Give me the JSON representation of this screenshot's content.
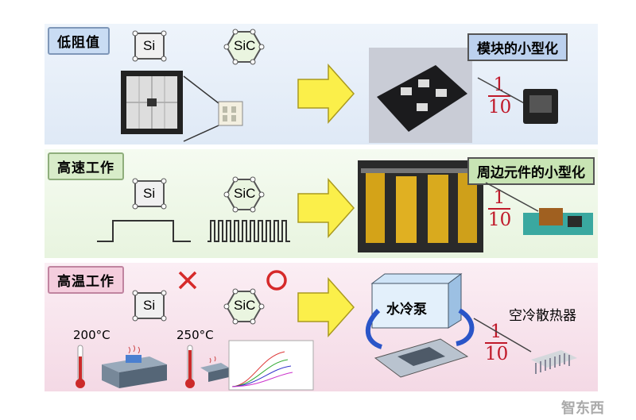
{
  "rows": [
    {
      "tag": "低阻值",
      "title": "模块的小型化",
      "fraction": {
        "num": "1",
        "den": "10"
      }
    },
    {
      "tag": "高速工作",
      "title": "周边元件的小型化",
      "fraction": {
        "num": "1",
        "den": "10"
      }
    },
    {
      "tag": "高温工作",
      "title": "冷却机构的简化",
      "fraction": {
        "num": "1",
        "den": "10"
      }
    }
  ],
  "chips": {
    "si": "Si",
    "sic": "SiC"
  },
  "temps": {
    "si": "200°C",
    "sic": "250°C"
  },
  "cooling": {
    "water_pump": "水冷泵",
    "air_cooler": "空冷散热器"
  },
  "watermark": "智东西",
  "colors": {
    "arrow": "#fbef4a",
    "fraction": "#c0192a",
    "cross": "#d62a2a",
    "circle": "#d62a2a"
  }
}
